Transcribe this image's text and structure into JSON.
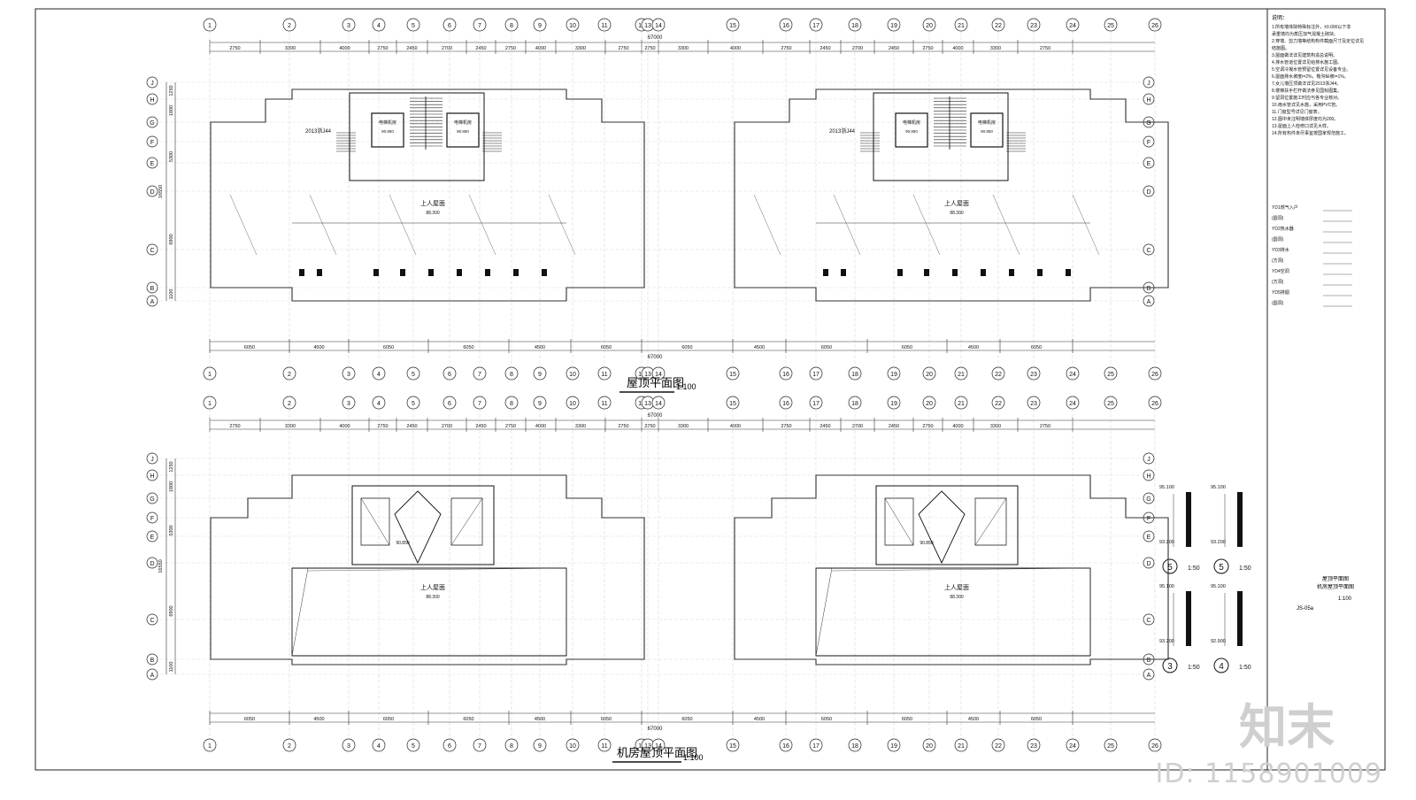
{
  "drawing": {
    "titles": {
      "roof_plan": "屋顶平面图",
      "machine_roof_plan": "机房屋顶平面图",
      "scale": "1:100"
    },
    "total_dimension": "67000",
    "axes_columns": [
      "1",
      "2",
      "3",
      "4",
      "5",
      "6",
      "7",
      "8",
      "9",
      "10",
      "11",
      "12",
      "13",
      "14",
      "15",
      "16",
      "17",
      "18",
      "19",
      "20",
      "21",
      "22",
      "23",
      "24",
      "25",
      "26"
    ],
    "axes_rows": [
      "J",
      "H",
      "G",
      "F",
      "E",
      "D",
      "C",
      "B",
      "A"
    ],
    "top_dims": [
      "2750",
      "3300",
      "4000",
      "2750",
      "2450",
      "2700",
      "2450",
      "2750",
      "4000",
      "3300",
      "2750",
      "2750",
      "3300",
      "4000",
      "2750",
      "2450",
      "2700",
      "2450",
      "2750",
      "4000",
      "3300",
      "2750"
    ],
    "bottom_dims": [
      "6050",
      "4500",
      "6050",
      "6050",
      "4500",
      "6050",
      "6050",
      "4500",
      "6050",
      "6050",
      "4500",
      "6050"
    ],
    "side_dims": [
      "1250",
      "1800",
      "5300",
      "16550",
      "6900",
      "1100"
    ],
    "room_labels": {
      "elevator_machine_room": "电梯机房",
      "roof": "上人屋面",
      "stair_ref": "2013浙J44",
      "roof_elev": "88.300",
      "machine_elev": "90.850"
    },
    "notes_header": "说明：",
    "notes": [
      "1.所有墙体除特殊标注外，±0.000以下非承重墙均为蒸压加气混凝土砌块。",
      "2.穿墙、剪力墙等结构构件截面尺寸及定位详见结施图。",
      "3.屋面做法详见建筑构造总说明。",
      "4.排水管道位置详见给排水施工图。",
      "5.空调冷凝水管预留位置详见设备专业。",
      "6.屋面排水坡度i=2%，檐沟纵坡i=1%。",
      "7.女儿墙压顶做法详见2013浙J44。",
      "8.楼梯扶手栏杆做法参见国标图集。",
      "9.留洞位置施工时应与各专业核对。",
      "10.雨水管详见水施，采用PVC管。",
      "11.门窗型号详见门窗表。",
      "12.图中未注明墙体厚度均为200。",
      "13.屋面上人检修口详见大样。",
      "14.所有构件未尽事宜按国家规范施工。"
    ],
    "legend_lines": [
      "YD1燃气入户",
      "(圆洞)",
      "YD2热水器",
      "(圆洞)",
      "YD3排水",
      "(方洞)",
      "YD4空调",
      "(方洞)",
      "YD5排烟",
      "(圆洞)"
    ],
    "details": [
      {
        "num": "5",
        "scale": "1:50",
        "elev_top": "95.100",
        "elev_mid": "93.200"
      },
      {
        "num": "5",
        "scale": "1:50",
        "elev_top": "95.100",
        "elev_mid": "93.200"
      },
      {
        "num": "3",
        "scale": "1:50",
        "elev_top": "95.100",
        "elev_mid": "93.200"
      },
      {
        "num": "4",
        "scale": "1:50",
        "elev_top": "95.100",
        "elev_mid": "92.900"
      }
    ],
    "title_block": {
      "line1": "屋顶平面图",
      "line2": "机房屋顶平面图",
      "scale": "1:100",
      "sheet_no": "JS-05a"
    },
    "watermark_id": "ID: 1158901009",
    "watermark_brand": "知末"
  }
}
